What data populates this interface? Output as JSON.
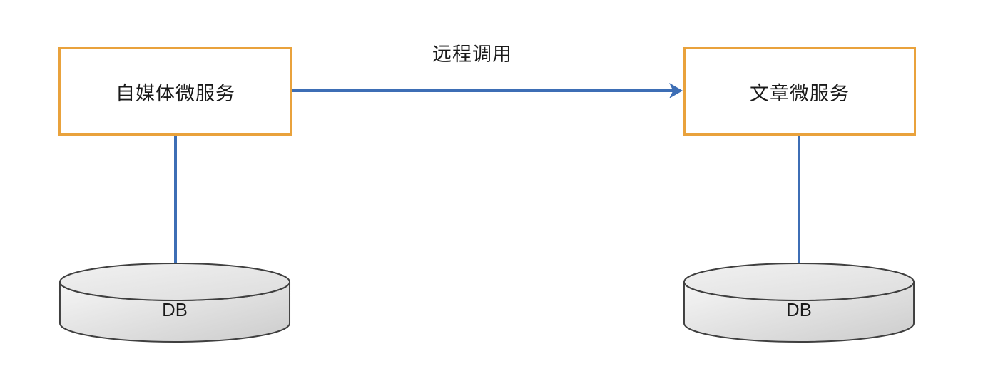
{
  "diagram": {
    "colors": {
      "background": "#ffffff",
      "box_border": "#E9A23C",
      "box_fill": "#ffffff",
      "connector_blue": "#3D6EB5",
      "cylinder_fill_light": "#f6f6f6",
      "cylinder_fill_dark": "#cccccc",
      "cylinder_top_light": "#f1f1f1",
      "cylinder_top_dark": "#dddddd",
      "cylinder_stroke": "#3f3f3f",
      "text": "#1a1a1a"
    },
    "nodes": {
      "left_service": {
        "label": "自媒体微服务"
      },
      "right_service": {
        "label": "文章微服务"
      },
      "left_db": {
        "label": "DB"
      },
      "right_db": {
        "label": "DB"
      }
    },
    "edges": {
      "remote_call": {
        "label": "远程调用"
      }
    }
  }
}
